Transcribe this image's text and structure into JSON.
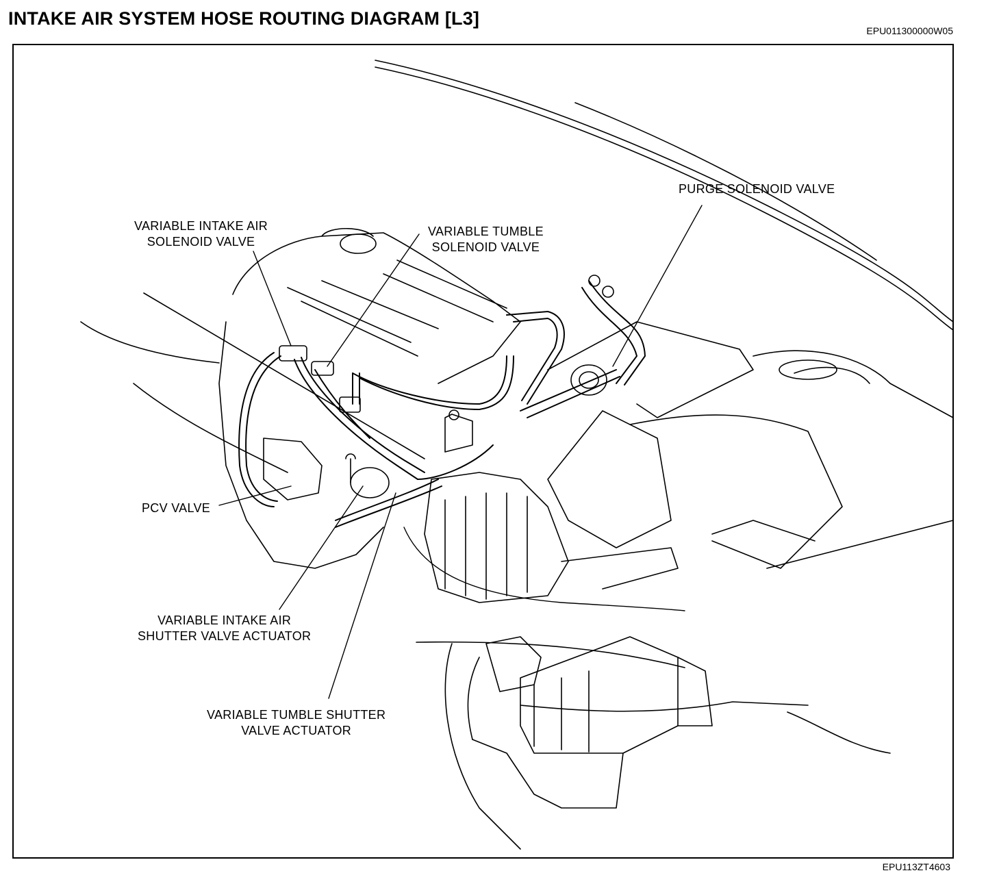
{
  "header": {
    "title": "INTAKE AIR SYSTEM HOSE ROUTING DIAGRAM [L3]",
    "doc_code": "EPU011300000W05"
  },
  "footer": {
    "figure_code": "EPU113ZT4603"
  },
  "callouts": [
    {
      "id": "purge",
      "text": "PURGE SOLENOID VALVE"
    },
    {
      "id": "vias",
      "text": "VARIABLE INTAKE AIR\nSOLENOID VALVE"
    },
    {
      "id": "vts",
      "text": "VARIABLE TUMBLE\nSOLENOID VALVE"
    },
    {
      "id": "pcv",
      "text": "PCV VALVE"
    },
    {
      "id": "viasa",
      "text": "VARIABLE INTAKE AIR\nSHUTTER VALVE ACTUATOR"
    },
    {
      "id": "vtsa",
      "text": "VARIABLE TUMBLE SHUTTER\nVALVE ACTUATOR"
    }
  ]
}
